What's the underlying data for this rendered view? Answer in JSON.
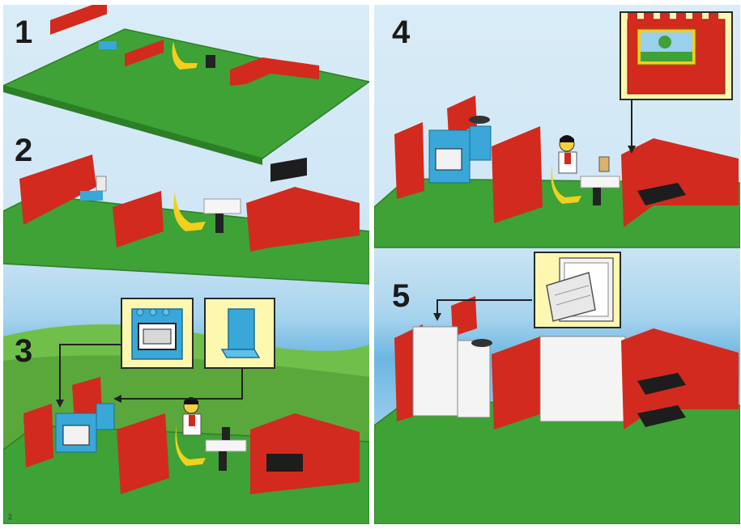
{
  "left_page": {
    "steps": [
      {
        "number": "1"
      },
      {
        "number": "2"
      },
      {
        "number": "3"
      }
    ],
    "page_number": "2"
  },
  "right_page": {
    "steps": [
      {
        "number": "4"
      },
      {
        "number": "5"
      }
    ]
  },
  "colors": {
    "baseplate_green": "#3ea236",
    "brick_red": "#d22a1e",
    "sky_blue": "#5fb0e0",
    "callout_yellow": "#fdf7b0",
    "cabinet_blue": "#39a7d8",
    "chair_yellow": "#f2d01c"
  },
  "illustrations": [
    "baseplate-with-walls",
    "kitchen-stove",
    "wall-panel",
    "minifigure-at-table",
    "window-frame",
    "picture-on-wall"
  ]
}
